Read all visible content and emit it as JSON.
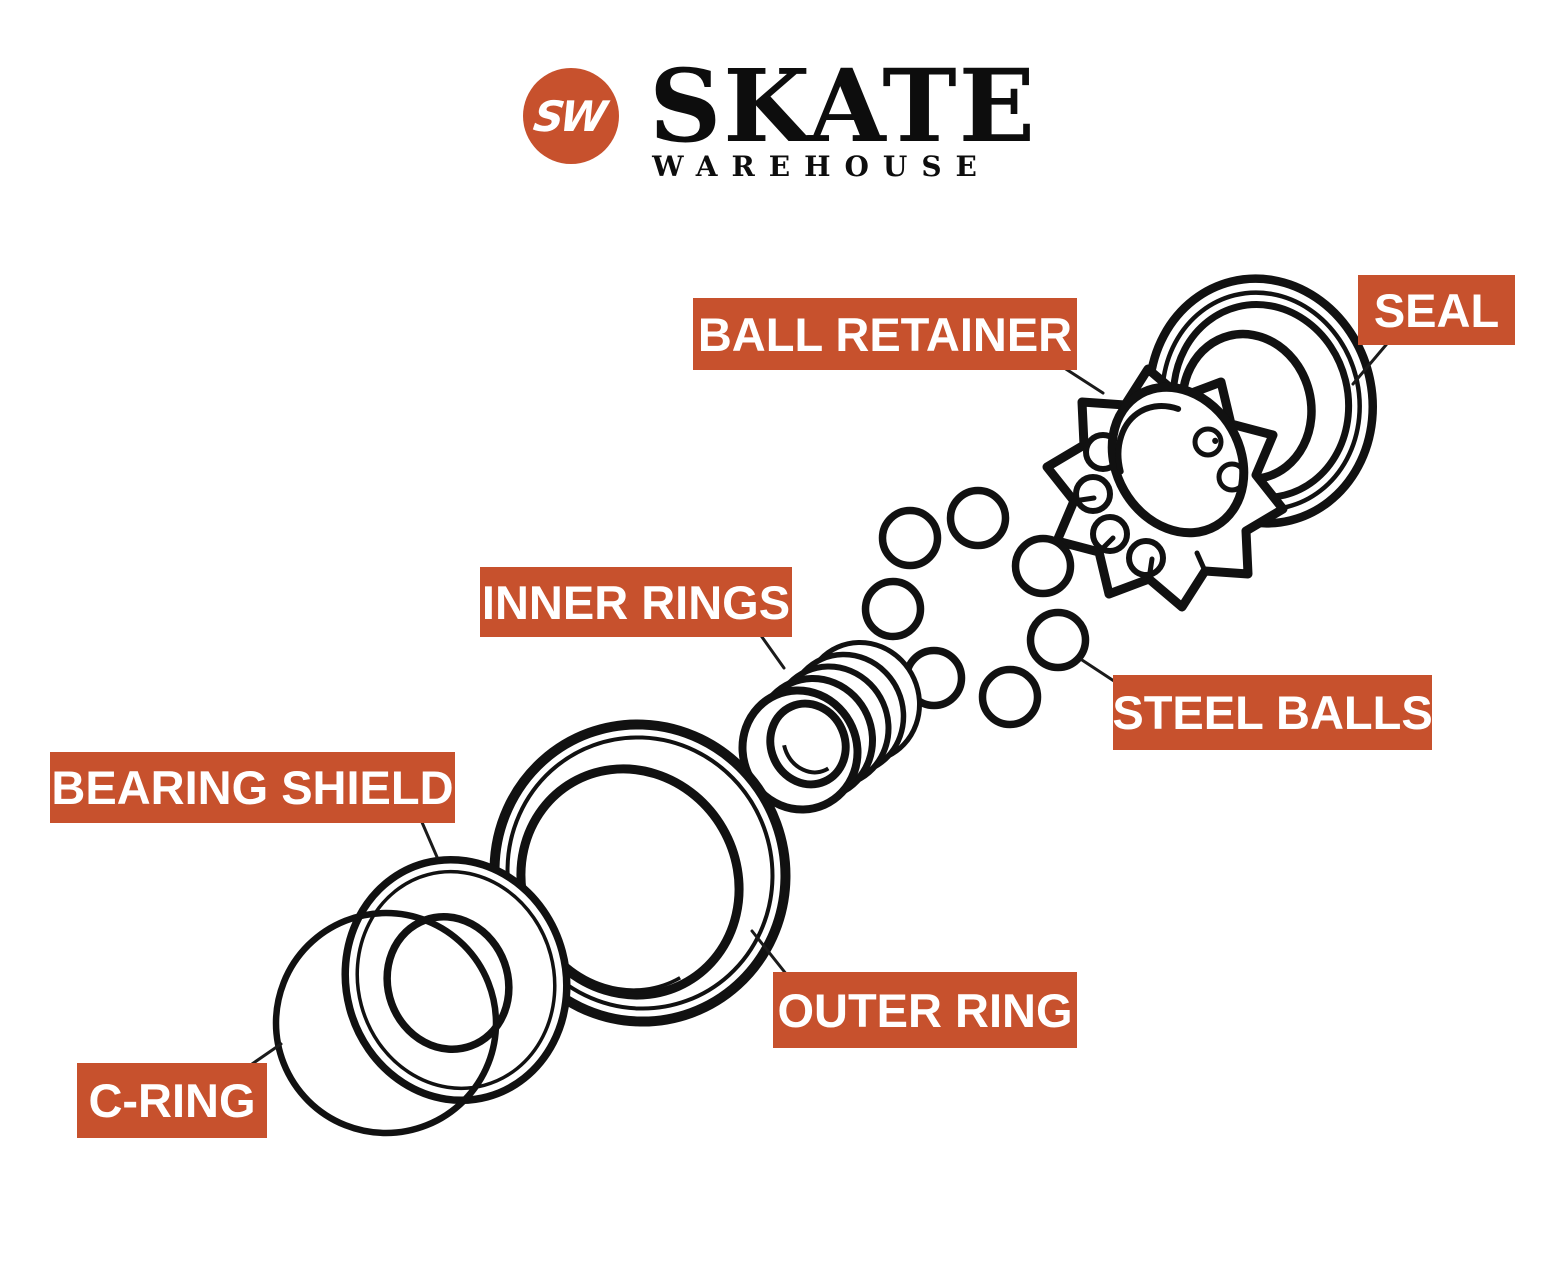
{
  "logo": {
    "monogram": "SW",
    "title": "SKATE",
    "subtitle": "WAREHOUSE"
  },
  "labels": {
    "ball_retainer": "BALL RETAINER",
    "seal": "SEAL",
    "inner_rings": "INNER RINGS",
    "steel_balls": "STEEL BALLS",
    "bearing_shield": "BEARING SHIELD",
    "outer_ring": "OUTER RING",
    "c_ring": "C-RING"
  },
  "colors": {
    "accent_orange": "#C7512D",
    "label_text": "#FFFFFF",
    "ink": "#111111",
    "background": "#FFFFFF"
  }
}
